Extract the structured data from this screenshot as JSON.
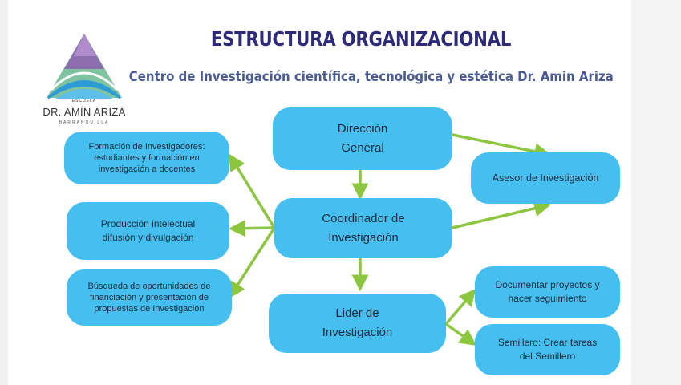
{
  "title": "ESTRUCTURA ORGANIZACIONAL",
  "subtitle": "Centro de Investigación científica, tecnológica y estética Dr. Amin Ariza",
  "logo": {
    "school": "ESCUELA",
    "name": "DR. AMÍN ARIZA",
    "city": "BARRANQUILLA"
  },
  "colors": {
    "node": "#45bff0",
    "arrow": "#8cc63f",
    "title": "#2d2a7a",
    "subtitle": "#4a5a92"
  },
  "nodes": {
    "direccion": "Dirección\nGeneral",
    "coordinador": "Coordinador de\nInvestigación",
    "lider": "Lider de\nInvestigación",
    "asesor": "Asesor de Investigación",
    "formacion": "Formación de  Investigadores:\nestudiantes y formación en\ninvestigación a docentes",
    "produccion": "Producción intelectual\ndifusión y divulgación",
    "busqueda": "Búsqueda de oportunidades de\nfinanciación y presentación de\npropuestas de Investigación",
    "documentar": "Documentar proyectos y\nhacer seguimiento",
    "semillero": "Semillero: Crear tareas\ndel Semillero"
  }
}
